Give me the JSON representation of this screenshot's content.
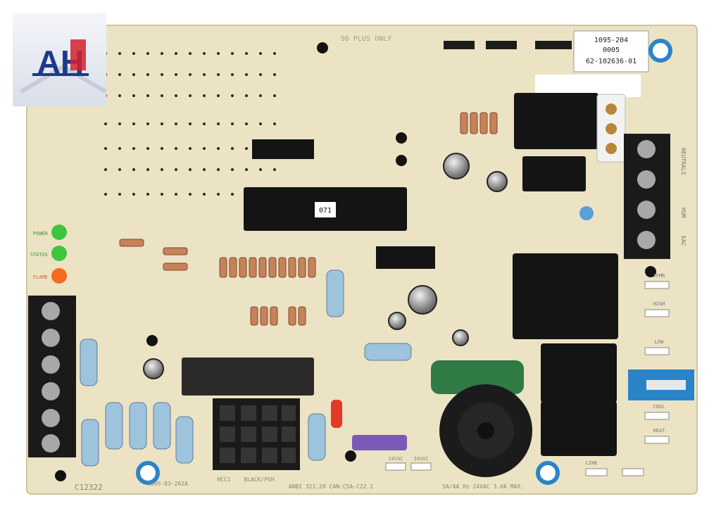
{
  "logo": {
    "text": "AH"
  },
  "board": {
    "header_text": "90 PLUS ONLY",
    "part_label": [
      "1095-204",
      "0005",
      "62-102636-01"
    ],
    "chip_label": "071",
    "leds": [
      {
        "label": "POWER",
        "color": "#3ec63e"
      },
      {
        "label": "STATUS",
        "color": "#3ec63e"
      },
      {
        "label": "FLAME",
        "color": "#f26b21"
      }
    ],
    "bottom_text": [
      "1095-83-202A",
      "HCC1",
      "BLACK/PSH",
      "ANBI 321.20  CAN-CSA-C22.2",
      "24VAC",
      "24VAC",
      "5A/4A Hz 24VAC  3.0A MAX."
    ],
    "serial": "C12322",
    "terminal_labels": [
      "NEUTRALS",
      "HUM",
      "EAC"
    ],
    "side_labels": [
      "COOL",
      "HEAT",
      "LOW",
      "HIGH",
      "XFMR",
      "LINE"
    ]
  },
  "colors": {
    "board": "#ece3c4",
    "relay": "#151515",
    "terminal_green": "#2f7a45",
    "accent_blue": "#2b84c8"
  }
}
